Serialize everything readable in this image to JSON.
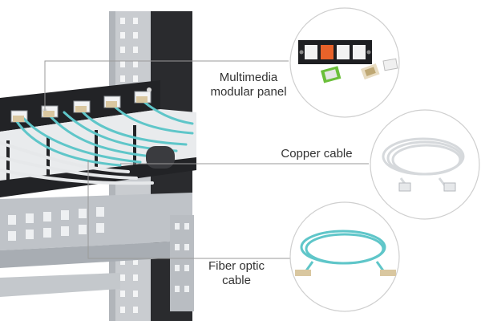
{
  "labels": {
    "multimedia_line1": "Multimedia",
    "multimedia_line2": "modular panel",
    "copper": "Copper cable",
    "fiber_line1": "Fiber optic",
    "fiber_line2": "cable"
  },
  "colors": {
    "rack_metal": "#c9ccd0",
    "rack_dark": "#2a2b2e",
    "fiber_aqua": "#5fc6c9",
    "copper_white": "#e6e8ea",
    "jack_orange": "#e8622a",
    "jack_green": "#6bbf3a",
    "connector_beige": "#d9c7a0",
    "leader_line": "#9a9a9a"
  },
  "icons": [
    "rack-icon",
    "multimedia-panel-icon",
    "copper-cable-coil-icon",
    "fiber-optic-cable-coil-icon"
  ]
}
